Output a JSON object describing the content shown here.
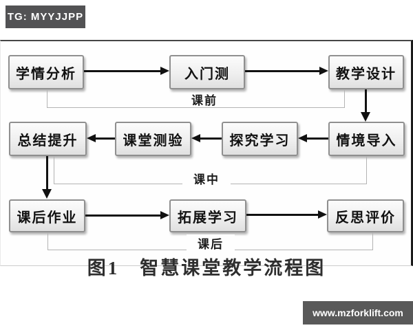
{
  "watermarks": {
    "top_left": "TG: MYYJJPP",
    "bottom_right": "www.mzforklift.com"
  },
  "diagram": {
    "caption": "图1　智慧课堂教学流程图",
    "phases": [
      {
        "label": "课前",
        "flow": "left-to-right",
        "nodes": [
          "学情分析",
          "入门测",
          "教学设计"
        ]
      },
      {
        "label": "课中",
        "flow": "right-to-left",
        "nodes": [
          "总结提升",
          "课堂测验",
          "探究学习",
          "情境导入"
        ]
      },
      {
        "label": "课后",
        "flow": "left-to-right",
        "nodes": [
          "课后作业",
          "拓展学习",
          "反思评价"
        ]
      }
    ],
    "connectors": [
      "学情分析→入门测",
      "入门测→教学设计",
      "教学设计→情境导入",
      "情境导入→探究学习",
      "探究学习→课堂测验",
      "课堂测验→总结提升",
      "总结提升→课后作业",
      "课后作业→拓展学习",
      "拓展学习→反思评价"
    ],
    "colors": {
      "arrow": "#111111",
      "node_border": "#8f8f8f",
      "bracket_line": "#b3b3b3",
      "badge_background": "#525254",
      "background": "#ffffff"
    }
  }
}
